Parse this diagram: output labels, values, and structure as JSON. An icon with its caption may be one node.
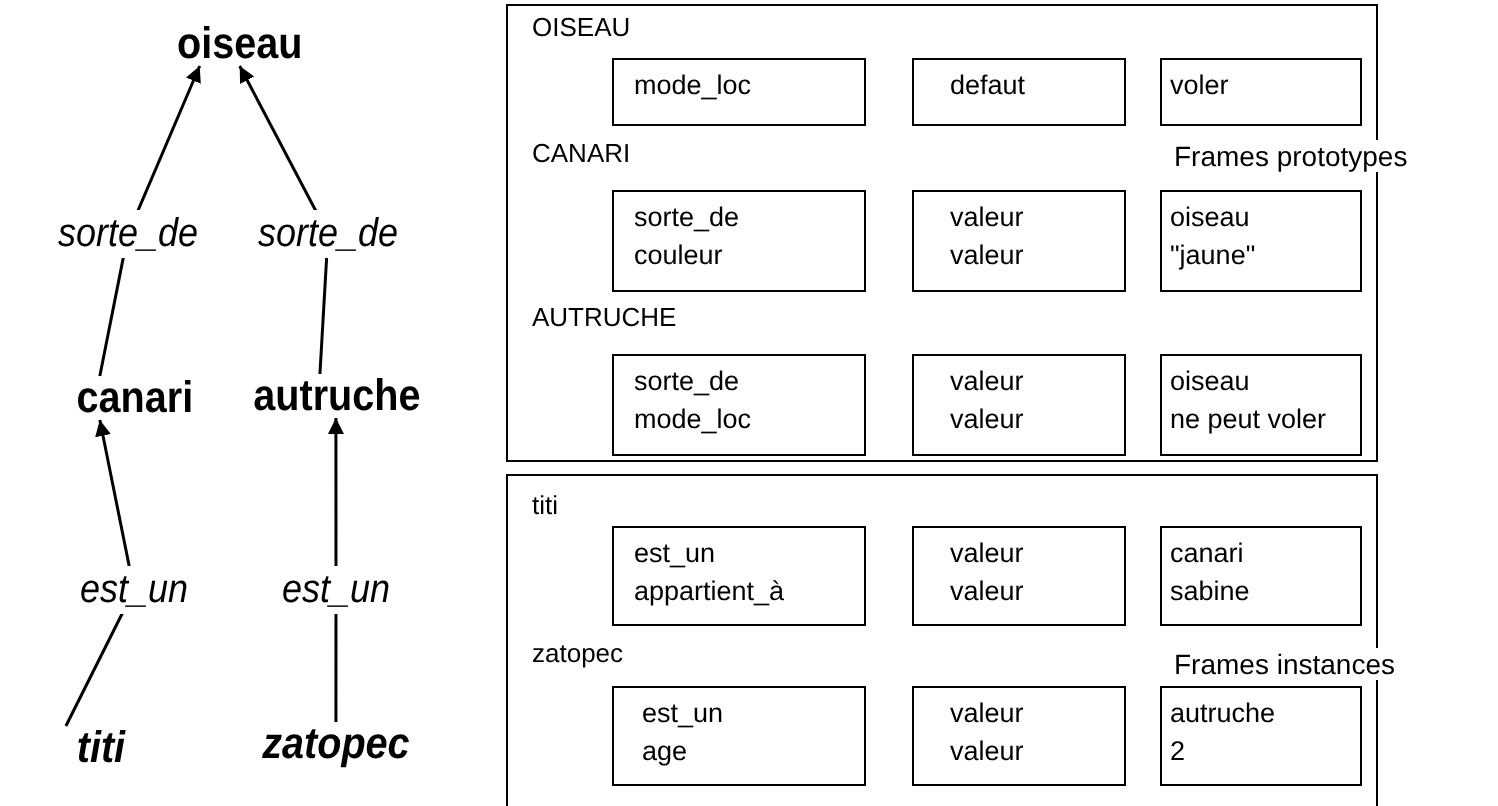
{
  "diagram": {
    "nodes": [
      {
        "text": [
          "oiseau"
        ]
      },
      {
        "text": [
          "canari"
        ]
      },
      {
        "text": [
          "autruche"
        ]
      },
      {
        "text": [
          "titi"
        ]
      },
      {
        "text": [
          "zatopec"
        ]
      },
      {
        "text": [
          "OISEAU",
          "CANARI",
          "Frames prototypes",
          "AUTRUCHE"
        ]
      },
      {
        "text": [
          "mode_loc"
        ],
        "in": 5
      },
      {
        "text": [
          "defaut"
        ],
        "in": 5
      },
      {
        "text": [
          "voler"
        ],
        "in": 5
      },
      {
        "text": [
          "sorte_de",
          "couleur"
        ],
        "in": 5
      },
      {
        "text": [
          "valeur",
          "valeur"
        ],
        "in": 5
      },
      {
        "text": [
          "oiseau",
          "\"jaune\""
        ],
        "in": 5
      },
      {
        "text": [
          "sorte_de",
          "mode_loc"
        ],
        "in": 5
      },
      {
        "text": [
          "valeur",
          "valeur"
        ],
        "in": 5
      },
      {
        "text": [
          "oiseau",
          "ne peut voler"
        ],
        "in": 5
      },
      {
        "text": [
          "titi",
          "zatopec",
          "Frames instances"
        ]
      },
      {
        "text": [
          "est_un",
          "appartient_à"
        ],
        "in": 15
      },
      {
        "text": [
          "valeur",
          "valeur"
        ],
        "in": 15
      },
      {
        "text": [
          "canari",
          "sabine"
        ],
        "in": 15
      },
      {
        "text": [
          "est_un",
          "age"
        ],
        "in": 15
      },
      {
        "text": [
          "valeur",
          "valeur"
        ],
        "in": 15
      },
      {
        "text": [
          "autruche",
          "2"
        ],
        "in": 15
      }
    ],
    "edges": [
      {
        "from": 1,
        "to": 0,
        "arrow": "to",
        "label": "sorte_de"
      },
      {
        "from": 2,
        "to": 0,
        "arrow": "to",
        "label": "sorte_de"
      },
      {
        "from": 3,
        "to": 1,
        "arrow": "to",
        "label": "est_un"
      },
      {
        "from": 4,
        "to": 2,
        "arrow": "to",
        "label": "est_un"
      }
    ]
  }
}
